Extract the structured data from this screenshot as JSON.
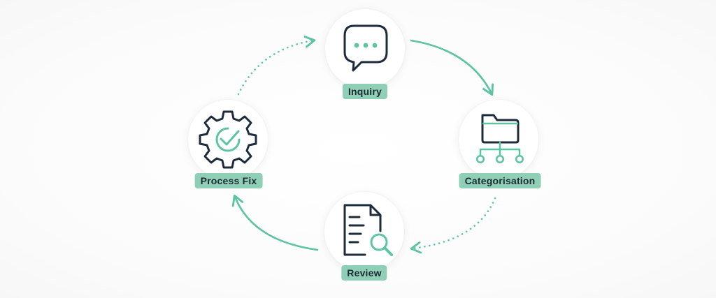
{
  "steps": {
    "inquiry": {
      "label": "Inquiry",
      "icon": "speech-bubble-icon"
    },
    "categorisation": {
      "label": "Categorisation",
      "icon": "folder-hierarchy-icon"
    },
    "review": {
      "label": "Review",
      "icon": "document-search-icon"
    },
    "process_fix": {
      "label": "Process Fix",
      "icon": "gear-check-icon"
    }
  },
  "colors": {
    "accent": "#5cc4a3",
    "label_bg": "#8fcfb5",
    "icon_dark": "#1e2b3a",
    "text": "#1e2b36"
  }
}
